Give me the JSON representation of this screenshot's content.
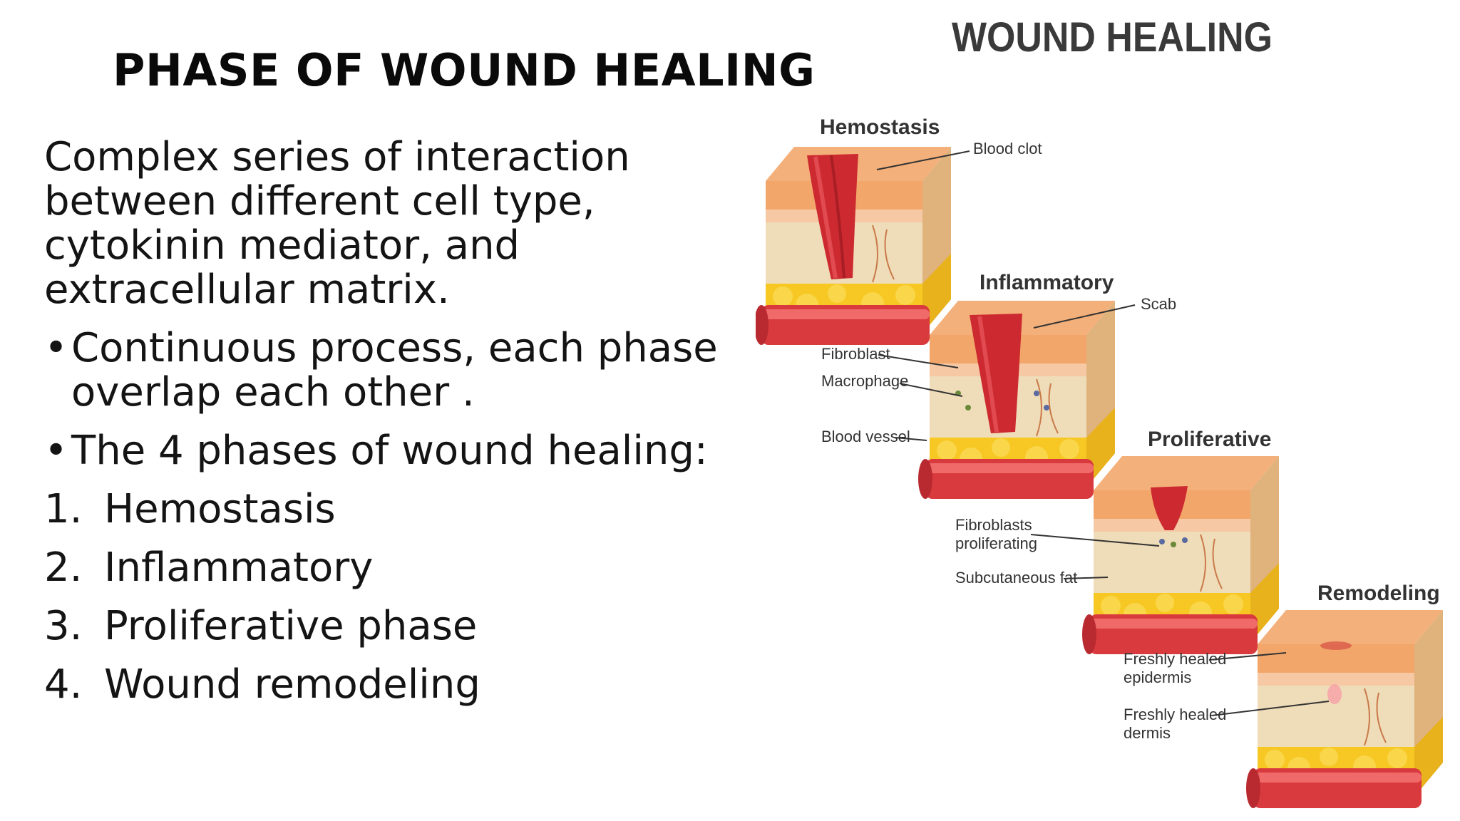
{
  "slide": {
    "title": "PHASE OF WOUND HEALING",
    "intro": "Complex series of interaction between different cell type, cytokinin mediator, and extracellular matrix.",
    "bullets": [
      {
        "mark": "•",
        "text": " Continuous process, each phase overlap each other ."
      },
      {
        "mark": "•",
        "text": "The 4 phases of wound healing:"
      }
    ],
    "phases": [
      {
        "num": "1.",
        "text": "Hemostasis"
      },
      {
        "num": "2.",
        "text": "Inflammatory"
      },
      {
        "num": "3.",
        "text": "Proliferative phase"
      },
      {
        "num": "4.",
        "text": "Wound remodeling"
      }
    ]
  },
  "figure": {
    "title": "WOUND HEALING",
    "panels": [
      {
        "title": "Hemostasis",
        "labels": [
          "Blood clot"
        ]
      },
      {
        "title": "Inflammatory",
        "labels": [
          "Scab",
          "Fibroblast",
          "Macrophage",
          "Blood vessel"
        ]
      },
      {
        "title": "Proliferative",
        "labels": [
          "Fibroblasts",
          "proliferating",
          "Subcutaneous fat"
        ]
      },
      {
        "title": "Remodeling",
        "labels": [
          "Freshly healed",
          "epidermis",
          "Freshly healed",
          "dermis"
        ]
      }
    ],
    "colors": {
      "epidermis": "#f2a66a",
      "dermis": "#efdcb8",
      "fat": "#f7c823",
      "vessel": "#d93a3e",
      "clot": "#cc2a30",
      "text": "#333333"
    }
  }
}
